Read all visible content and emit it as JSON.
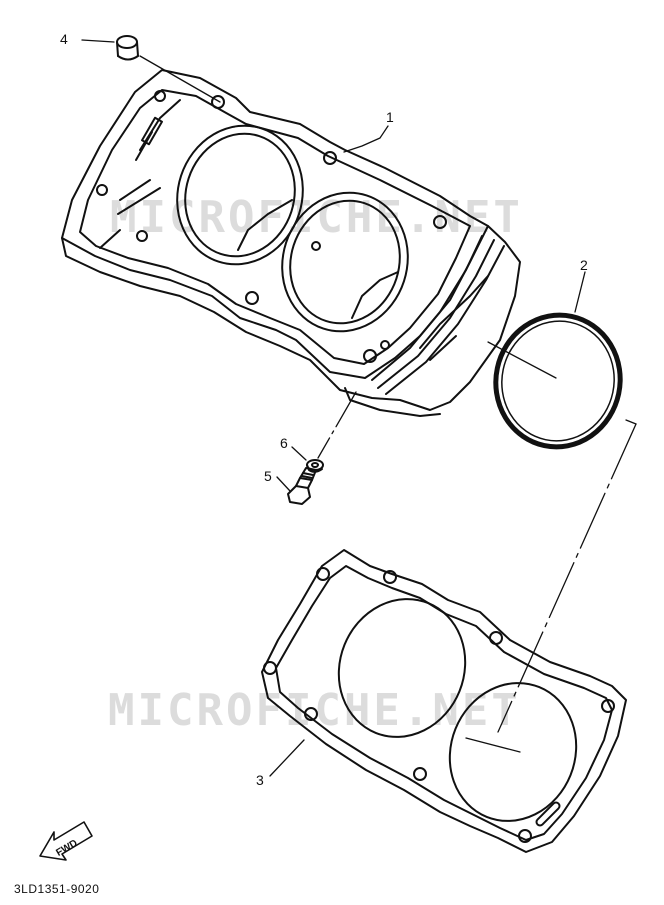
{
  "diagram": {
    "callouts": [
      {
        "id": "c1",
        "label": "1"
      },
      {
        "id": "c2",
        "label": "2"
      },
      {
        "id": "c3",
        "label": "3"
      },
      {
        "id": "c4",
        "label": "4"
      },
      {
        "id": "c5",
        "label": "5"
      },
      {
        "id": "c6",
        "label": "6"
      }
    ],
    "fwd_label": "FWD",
    "part_code": "3LD1351-9020",
    "watermark": "MICROFICHE.NET"
  }
}
